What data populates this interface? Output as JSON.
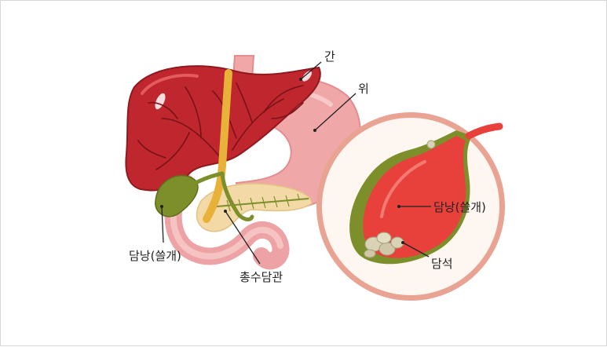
{
  "labels": {
    "liver": "간",
    "stomach": "위",
    "gallbladder_left": "담낭(쓸개)",
    "common_bile_duct": "총수담관",
    "gallbladder_zoom": "담낭(쓸개)",
    "gallstone": "담석"
  },
  "colors": {
    "liver": "#c0262d",
    "liver_dark": "#8e1a1f",
    "stomach": "#f0a7a8",
    "stomach_light": "#f7c9c8",
    "gallbladder": "#7d8f2a",
    "bile_duct": "#e8b23a",
    "pancreas": "#f3d9a6",
    "zoom_ring": "#e9a393",
    "zoom_bg": "#fdf6f1",
    "gallbladder_inner": "#e8413c",
    "stone": "#d9d2b4"
  }
}
